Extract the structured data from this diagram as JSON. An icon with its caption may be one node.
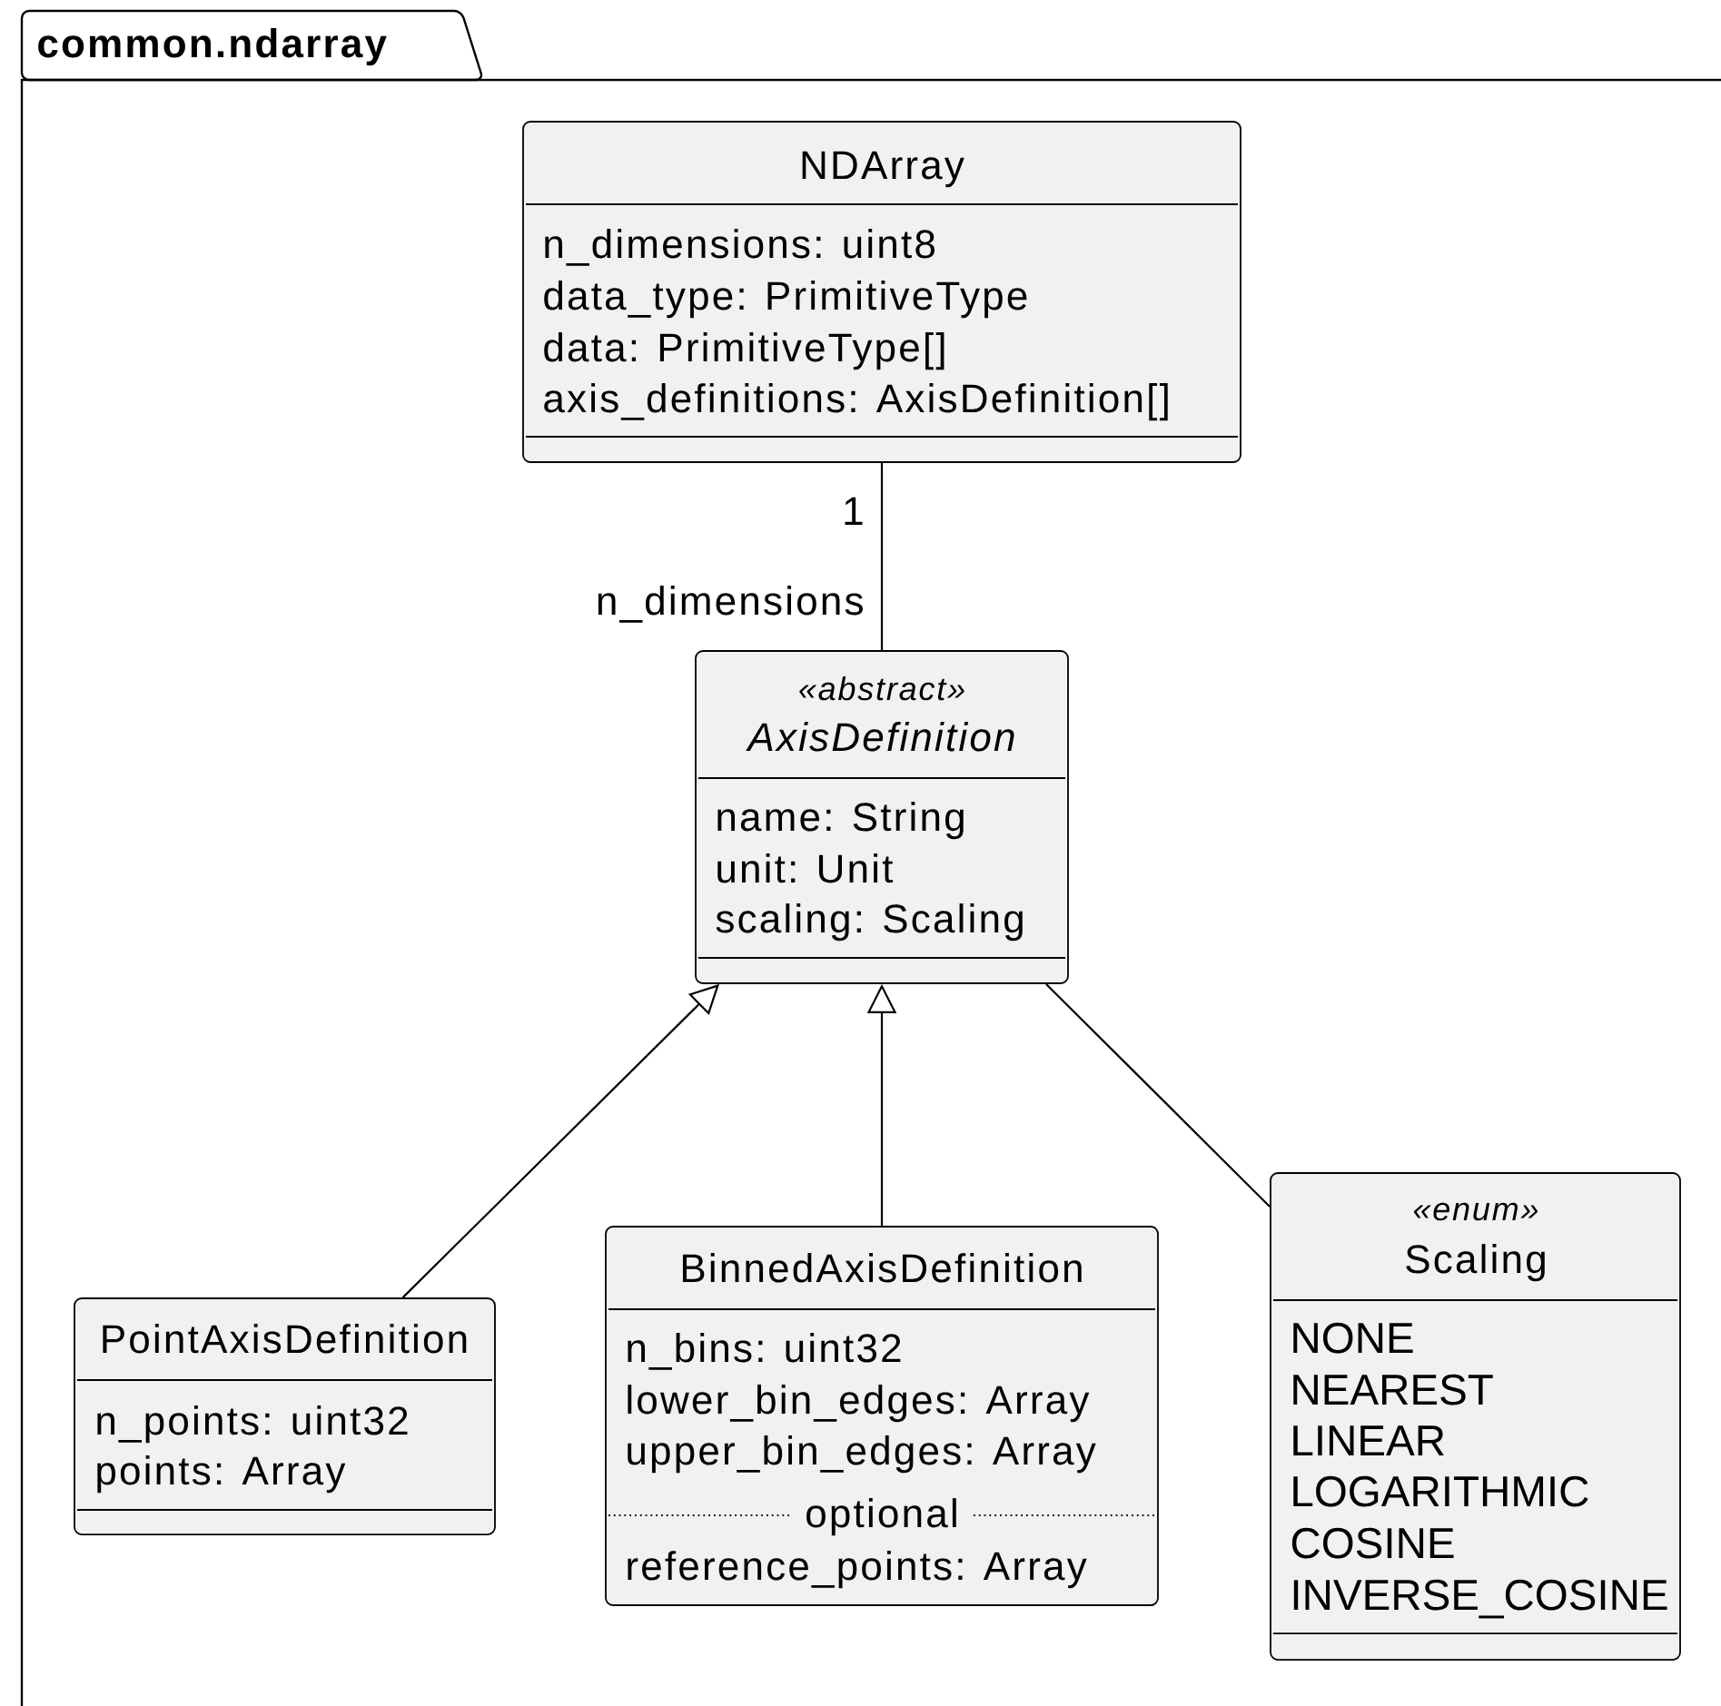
{
  "diagram": {
    "nodes": [
      {
        "text": [
          "common.ndarray"
        ]
      },
      {
        "text": [
          "NDArray",
          "n_dimensions: uint8",
          "data_type: PrimitiveType",
          "data: PrimitiveType[]",
          "axis_definitions: AxisDefinition[]"
        ],
        "in": 0
      },
      {
        "text": [
          "«abstract»",
          "AxisDefinition",
          "name: String",
          "unit: Unit",
          "scaling: Scaling"
        ],
        "in": 0
      },
      {
        "text": [
          "PointAxisDefinition",
          "n_points: uint32",
          "points: Array"
        ],
        "in": 0
      },
      {
        "text": [
          "BinnedAxisDefinition",
          "n_bins: uint32",
          "lower_bin_edges: Array",
          "upper_bin_edges: Array",
          "optional",
          "reference_points: Array"
        ],
        "in": 0
      },
      {
        "text": [
          "«enum»",
          "Scaling",
          "NONE",
          "NEAREST",
          "LINEAR",
          "LOGARITHMIC",
          "COSINE",
          "INVERSE_COSINE"
        ],
        "in": 0
      }
    ],
    "edges": [
      {
        "from": 1,
        "to": 2,
        "arrow": "none",
        "label": "n_dimensions"
      },
      {
        "from": 3,
        "to": 2,
        "arrow": "to"
      },
      {
        "from": 4,
        "to": 2,
        "arrow": "to"
      },
      {
        "from": 2,
        "to": 5,
        "arrow": "none"
      }
    ],
    "labels": [
      "1"
    ]
  }
}
